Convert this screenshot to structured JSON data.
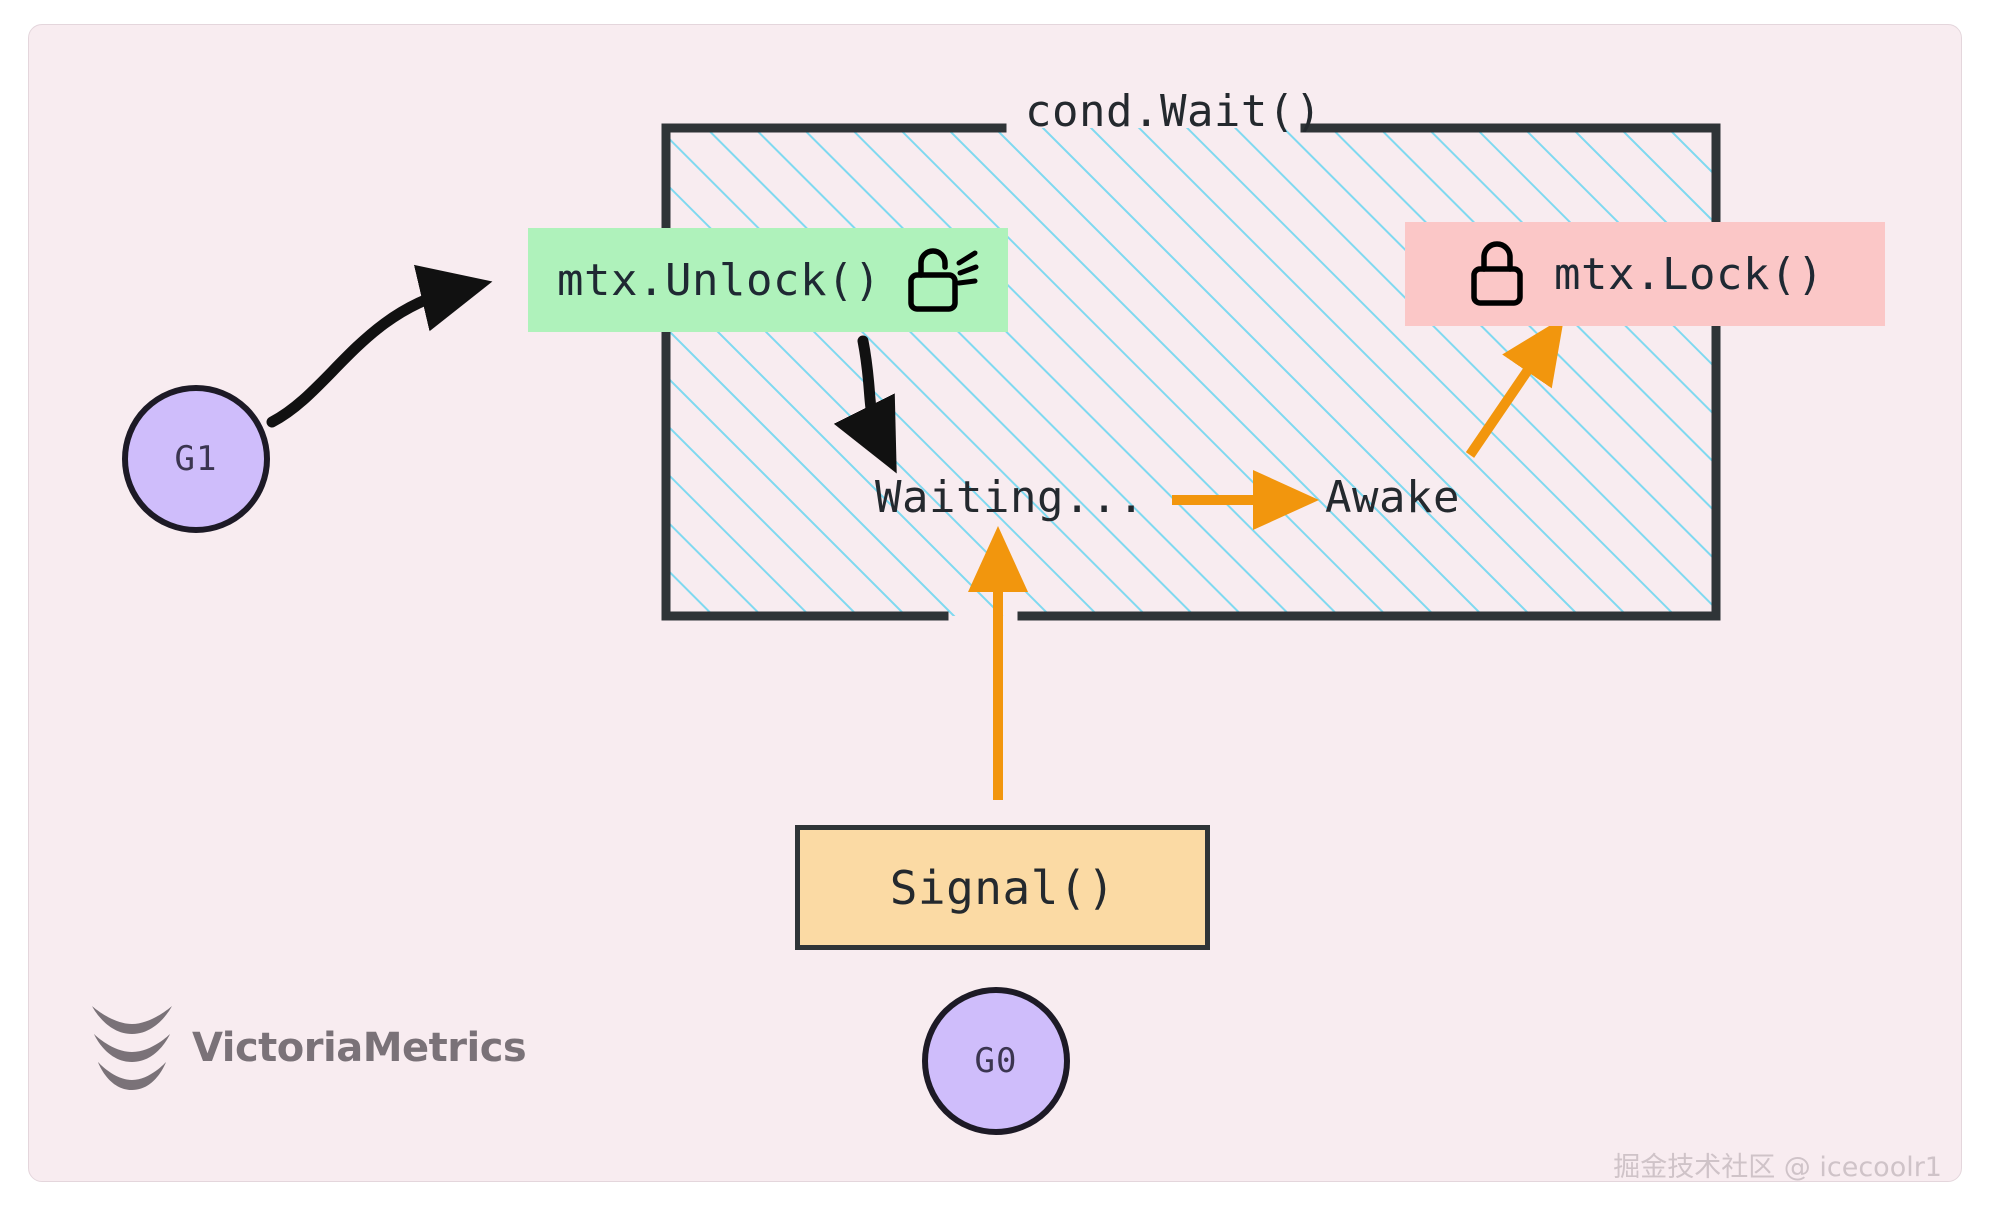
{
  "diagram": {
    "title": "cond.Wait() flow with mutex unlock, waiting, signal and re-lock",
    "background_color": "#f8ecf0",
    "wait_box": {
      "label": "cond.Wait()",
      "hatch_color": "#79d8f0",
      "border_color": "#2f3437"
    },
    "unlock_chip": {
      "label": "mtx.Unlock()",
      "icon": "unlock-icon",
      "background_color": "#aff2bb"
    },
    "lock_chip": {
      "label": "mtx.Lock()",
      "icon": "lock-icon",
      "background_color": "#fbc7c7"
    },
    "states": {
      "waiting": "Waiting...",
      "awake": "Awake"
    },
    "signal_box": {
      "label": "Signal()",
      "background_color": "#fbdaa4",
      "border_color": "#2f3437"
    },
    "goroutines": [
      {
        "id": "g1",
        "label": "G1",
        "fill_color": "#cfbdfb"
      },
      {
        "id": "g0",
        "label": "G0",
        "fill_color": "#cfbdfb"
      }
    ],
    "arrows": {
      "black_color": "#111111",
      "orange_color": "#f2960d"
    }
  },
  "branding": {
    "logo_text": "VictoriaMetrics",
    "logo_icon": "victoriametrics-chevrons-icon",
    "logo_color": "#7a7278"
  },
  "watermark": {
    "text": "掘金技术社区 @ icecoolr1"
  }
}
